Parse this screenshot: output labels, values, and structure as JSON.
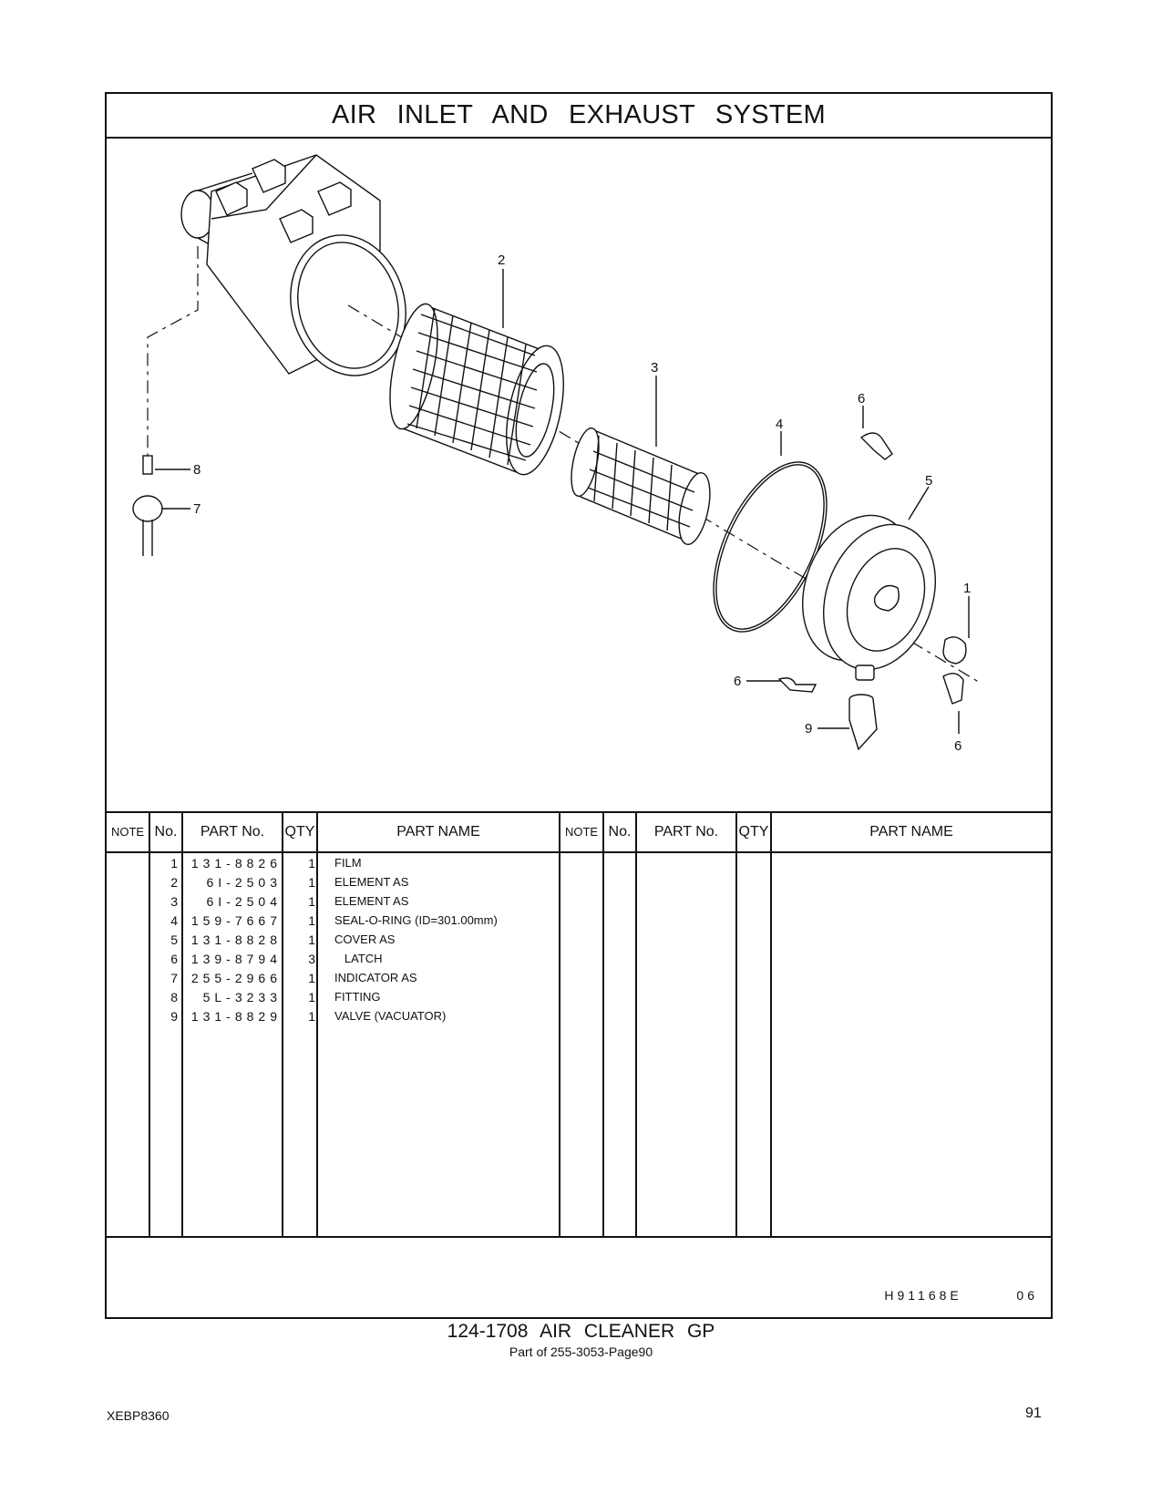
{
  "title": "AIR   INLET   AND   EXHAUST   SYSTEM",
  "callouts": [
    "1",
    "2",
    "3",
    "4",
    "5",
    "6",
    "6",
    "6",
    "7",
    "8",
    "9"
  ],
  "table": {
    "headers": {
      "note": "NOTE",
      "no": "No.",
      "part_no": "PART No.",
      "qty": "QTY",
      "part_name": "PART NAME"
    },
    "rows": [
      {
        "no": "1",
        "part_no": "131-8826",
        "qty": "1",
        "name": "FILM"
      },
      {
        "no": "2",
        "part_no": "6I-2503",
        "qty": "1",
        "name": "ELEMENT  AS"
      },
      {
        "no": "3",
        "part_no": "6I-2504",
        "qty": "1",
        "name": "ELEMENT  AS"
      },
      {
        "no": "4",
        "part_no": "159-7667",
        "qty": "1",
        "name": "SEAL-O-RING (ID=301.00mm)"
      },
      {
        "no": "5",
        "part_no": "131-8828",
        "qty": "1",
        "name": "COVER  AS"
      },
      {
        "no": "6",
        "part_no": "139-8794",
        "qty": "3",
        "name": "   LATCH"
      },
      {
        "no": "7",
        "part_no": "255-2966",
        "qty": "1",
        "name": "INDICATOR  AS"
      },
      {
        "no": "8",
        "part_no": "5L-3233",
        "qty": "1",
        "name": "FITTING"
      },
      {
        "no": "9",
        "part_no": "131-8829",
        "qty": "1",
        "name": "VALVE (VACUATOR)"
      }
    ]
  },
  "illustration_code": "H91168E   06",
  "caption": {
    "main": "124-1708  AIR  CLEANER  GP",
    "sub": "Part of 255-3053-Page90"
  },
  "document_id": "XEBP8360",
  "page_number": "91"
}
